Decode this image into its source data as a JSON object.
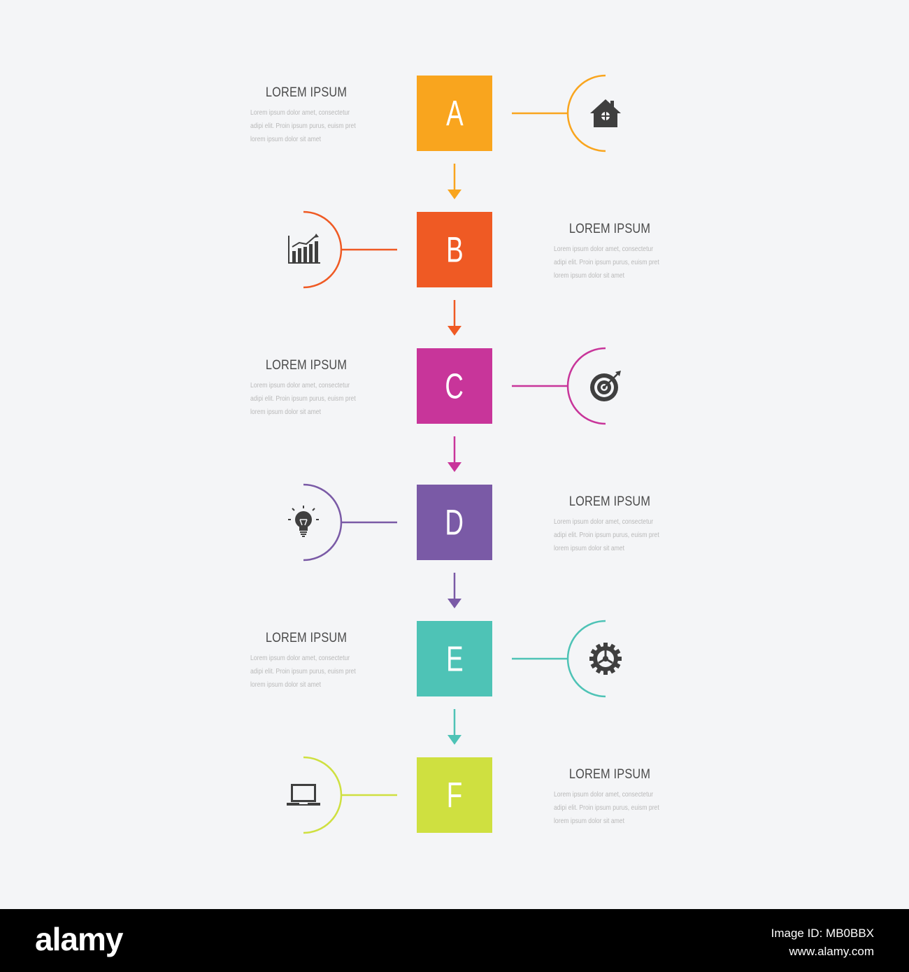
{
  "steps": [
    {
      "letter": "A",
      "color": "#f9a51e",
      "icon": "house-icon",
      "title": "LOREM IPSUM",
      "body": "Lorem ipsum dolor amet, consectetur adipi elit. Proin ipsum purus, euism pret lorem ipsum dolor sit amet"
    },
    {
      "letter": "B",
      "color": "#ef5a24",
      "icon": "bar-chart-icon",
      "title": "LOREM IPSUM",
      "body": "Lorem ipsum dolor amet, consectetur adipi elit. Proin ipsum purus, euism pret lorem ipsum dolor sit amet"
    },
    {
      "letter": "C",
      "color": "#c8359a",
      "icon": "target-icon",
      "title": "LOREM IPSUM",
      "body": "Lorem ipsum dolor amet, consectetur adipi elit. Proin ipsum purus, euism pret lorem ipsum dolor sit amet"
    },
    {
      "letter": "D",
      "color": "#7a5aa6",
      "icon": "lightbulb-icon",
      "title": "LOREM IPSUM",
      "body": "Lorem ipsum dolor amet, consectetur adipi elit. Proin ipsum purus, euism pret lorem ipsum dolor sit amet"
    },
    {
      "letter": "E",
      "color": "#4ec3b6",
      "icon": "gear-icon",
      "title": "LOREM IPSUM",
      "body": "Lorem ipsum dolor amet, consectetur adipi elit. Proin ipsum purus, euism pret lorem ipsum dolor sit amet"
    },
    {
      "letter": "F",
      "color": "#cfe040",
      "icon": "laptop-icon",
      "title": "LOREM IPSUM",
      "body": "Lorem ipsum dolor amet, consectetur adipi elit. Proin ipsum purus, euism pret lorem ipsum dolor sit amet"
    }
  ],
  "icon_color": "#3f3f3f",
  "footer": {
    "logo": "alamy",
    "image_id": "Image ID: MB0BBX",
    "site": "www.alamy.com"
  }
}
